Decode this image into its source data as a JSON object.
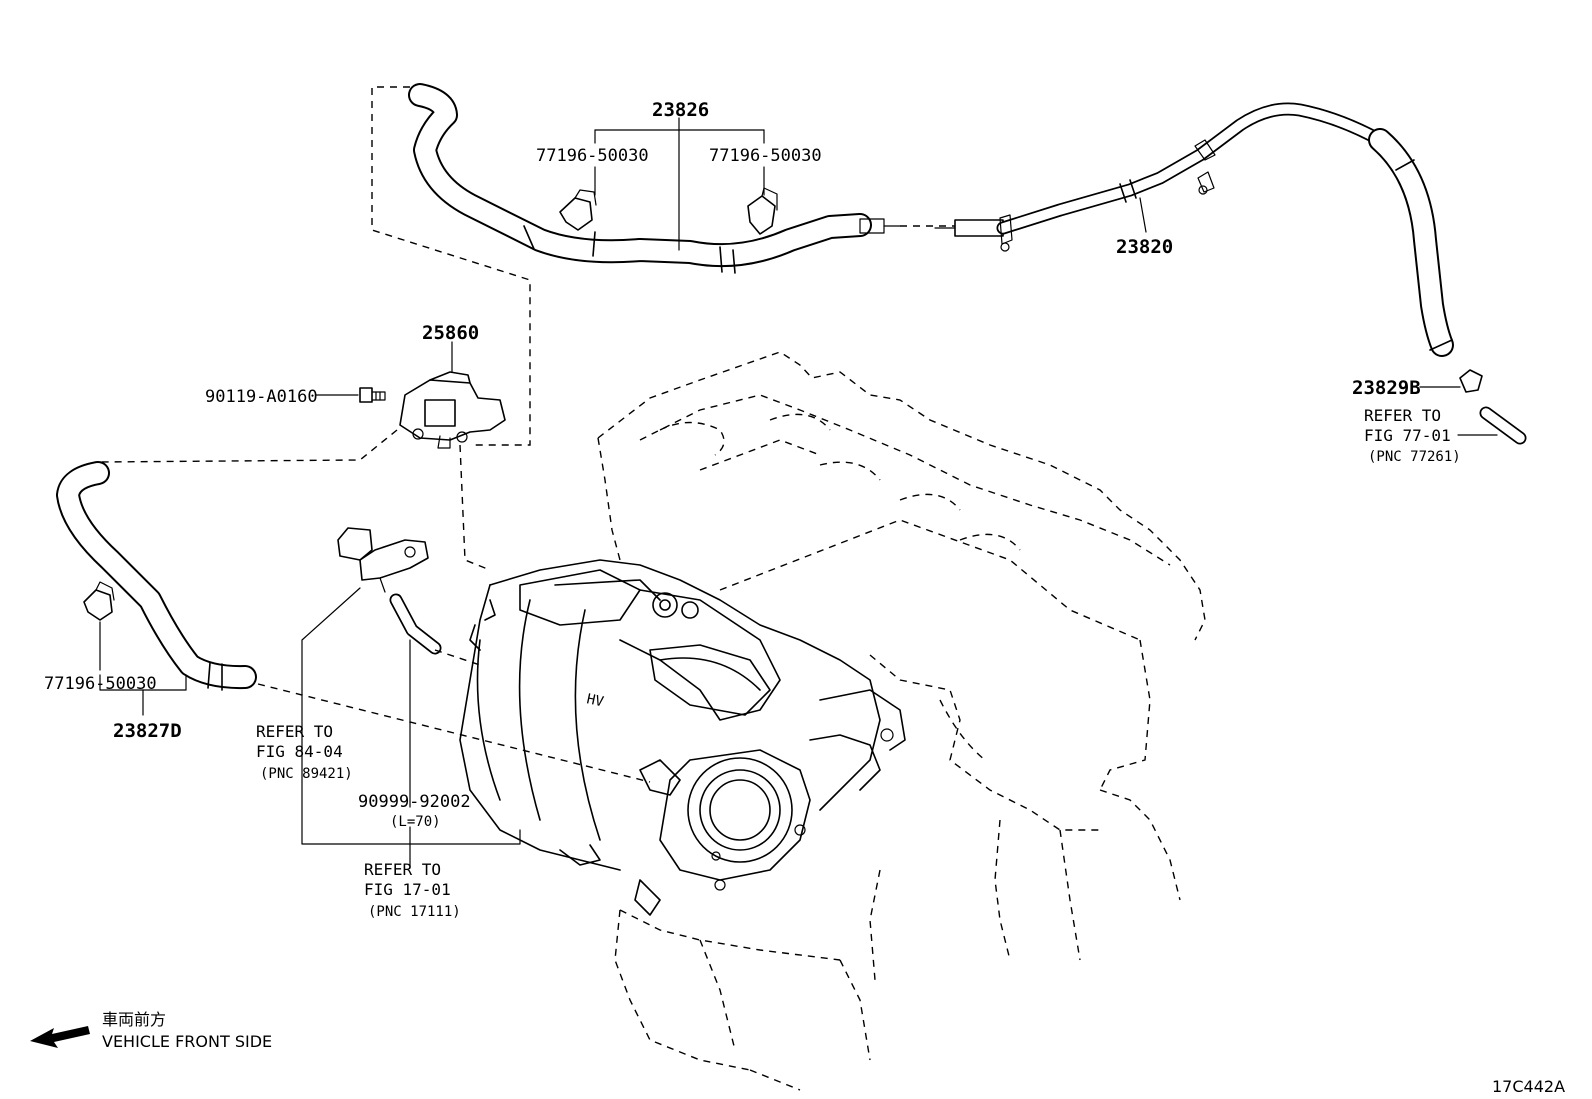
{
  "diagram": {
    "parts": {
      "p23826": "23826",
      "p77196_a": "77196-50030",
      "p77196_b": "77196-50030",
      "p77196_c": "77196-50030",
      "p23820": "23820",
      "p25860": "25860",
      "p90119": "90119-A0160",
      "p23829b": "23829B",
      "p23827d": "23827D",
      "p90999": "90999-92002",
      "p90999_len": "(L=70)"
    },
    "refs": {
      "fig77": {
        "l1": "REFER TO",
        "l2": "FIG 77-01",
        "l3": "(PNC 77261)"
      },
      "fig84": {
        "l1": "REFER TO",
        "l2": "FIG 84-04",
        "l3": "(PNC 89421)"
      },
      "fig17": {
        "l1": "REFER TO",
        "l2": "FIG 17-01",
        "l3": "(PNC 17111)"
      }
    },
    "orientation": {
      "jp": "車両前方",
      "en": "VEHICLE FRONT SIDE"
    },
    "engine_mark": "HV",
    "figure_id": "17C442A"
  }
}
